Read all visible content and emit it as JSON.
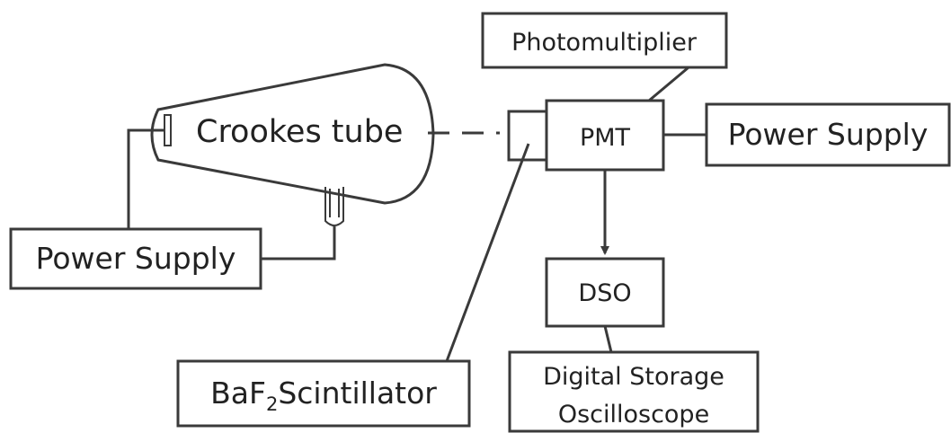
{
  "labels": {
    "crookes": "Crookes tube",
    "power_left": "Power Supply",
    "power_right": "Power Supply",
    "photomultiplier": "Photomultiplier",
    "pmt": "PMT",
    "dso": "DSO",
    "dso_desc_line1": "Digital Storage",
    "dso_desc_line2": "Oscilloscope",
    "baf_prefix": "BaF",
    "baf_sub": "2",
    "baf_suffix": "Scintillator"
  }
}
